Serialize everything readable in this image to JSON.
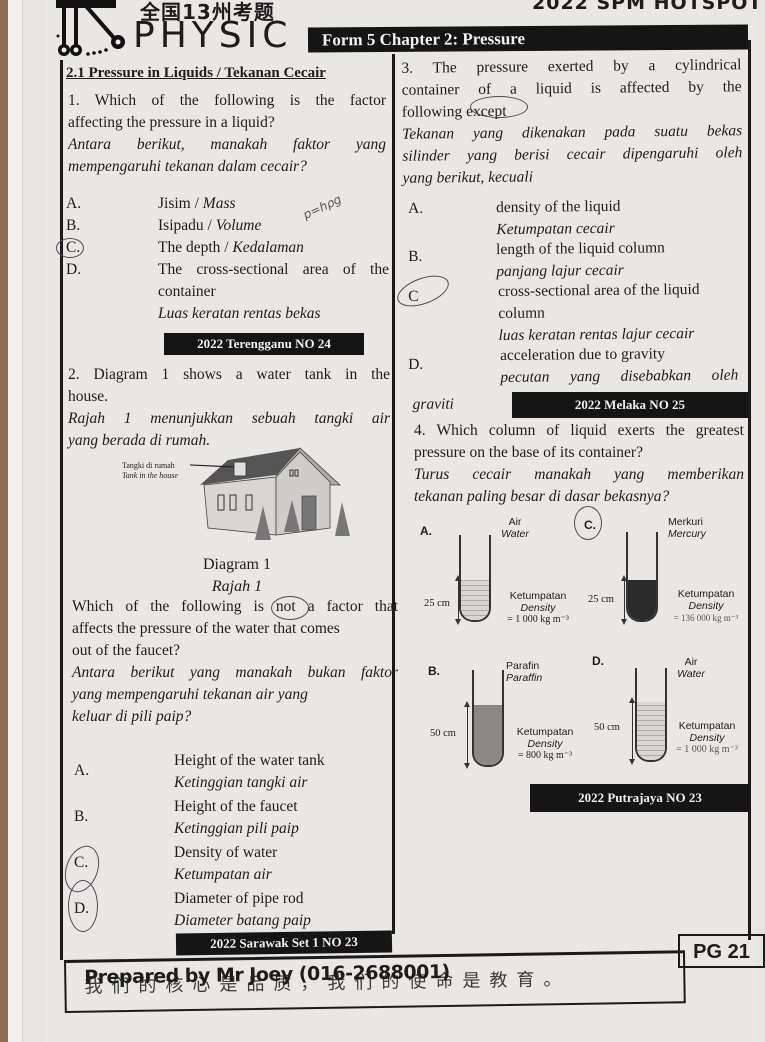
{
  "header": {
    "cn_title": "全国13州考题",
    "brand": "PHYSIC",
    "series": "2022 SPM HOTSPOT",
    "chapter": "Form 5 Chapter 2: Pressure",
    "logo_icon": "newtons-cradle-logo-icon"
  },
  "section": {
    "title": "2.1 Pressure in Liquids / Tekanan Cecair"
  },
  "q1": {
    "number": "1.",
    "stem_en_line1": "Which of the following is the factor",
    "stem_en_line2": "affecting the pressure in a liquid?",
    "stem_ms_line1": "Antara berikut, manakah faktor yang",
    "stem_ms_line2": "mempengaruhi tekanan dalam cecair?",
    "handwritten_note": "p=hρg",
    "options": [
      {
        "letter": "A.",
        "text": "Jisim / ",
        "text_it": "Mass"
      },
      {
        "letter": "B.",
        "text": "Isipadu / ",
        "text_it": "Volume"
      },
      {
        "letter": "C.",
        "text": "The depth / ",
        "text_it": "Kedalaman",
        "circled": true
      },
      {
        "letter": "D.",
        "text": "The cross-sectional area of the",
        "text2": "container",
        "text_it": "Luas keratan rentas bekas"
      }
    ],
    "source": "2022 Terengganu NO 24"
  },
  "q2": {
    "number": "2.",
    "stem_en_line1": "Diagram 1 shows a water tank in the",
    "stem_en_line2": "house.",
    "stem_ms_line1": "Rajah 1 menunjukkan sebuah tangki air",
    "stem_ms_line2": "yang berada di rumah.",
    "diagram": {
      "label_ms": "Tangki di rumah",
      "label_en": "Tank in the house",
      "caption_en": "Diagram 1",
      "caption_ms": "Rajah 1"
    },
    "question_en_line1": "Which of the following is not a factor that",
    "question_en_line2": "affects the pressure of the water that comes",
    "question_en_line3": "out of the faucet?",
    "question_ms_line1": "Antara berikut yang manakah bukan faktor",
    "question_ms_line2": "yang mempengaruhi tekanan air yang",
    "question_ms_line3": "keluar di pili paip?",
    "options": [
      {
        "letter": "A.",
        "en": "Height of the water tank",
        "ms": "Ketinggian tangki air"
      },
      {
        "letter": "B.",
        "en": "Height of the faucet",
        "ms": "Ketinggian pili paip"
      },
      {
        "letter": "C.",
        "en": "Density of water",
        "ms": "Ketumpatan air"
      },
      {
        "letter": "D.",
        "en": "Diameter of pipe rod",
        "ms": "Diameter batang paip",
        "circled": true
      }
    ],
    "source": "2022 Sarawak Set 1 NO 23"
  },
  "q3": {
    "number": "3.",
    "stem_en_line1": "The pressure exerted by a cylindrical",
    "stem_en_line2": "container of a liquid is affected by the",
    "stem_en_line3": "following except",
    "stem_ms_line1": "Tekanan yang dikenakan pada suatu bekas",
    "stem_ms_line2": "silinder yang berisi cecair dipengaruhi oleh",
    "stem_ms_line3": "yang berikut, kecuali",
    "options": [
      {
        "letter": "A.",
        "en": "density of the liquid",
        "ms": "Ketumpatan cecair"
      },
      {
        "letter": "B.",
        "en": "length of the liquid column",
        "ms": "panjang lajur cecair"
      },
      {
        "letter": "C",
        "en": "cross-sectional area of the liquid",
        "en2": "column",
        "ms": "luas keratan rentas lajur cecair",
        "circled": true
      },
      {
        "letter": "D.",
        "en": "acceleration due to gravity",
        "ms": "pecutan yang disebabkan oleh",
        "ms2": "graviti"
      }
    ],
    "source": "2022 Melaka NO 25"
  },
  "q4": {
    "number": "4.",
    "stem_en_line1": "Which column of liquid exerts the greatest",
    "stem_en_line2": "pressure on the base of its container?",
    "stem_ms_line1": "Turus cecair manakah yang memberikan",
    "stem_ms_line2": "tekanan paling besar di dasar bekasnya?",
    "density_label_ms": "Ketumpatan",
    "density_label_en": "Density",
    "options": [
      {
        "letter": "A.",
        "liquid_ms": "Air",
        "liquid_en": "Water",
        "height": "25 cm",
        "density": "= 1 000 kg m⁻³"
      },
      {
        "letter": "B.",
        "liquid_ms": "Parafin",
        "liquid_en": "Paraffin",
        "height": "50 cm",
        "density": "= 800 kg m⁻³"
      },
      {
        "letter": "C.",
        "liquid_ms": "Merkuri",
        "liquid_en": "Mercury",
        "height": "25 cm",
        "density": "= 136 000 kg m⁻³",
        "circled": true
      },
      {
        "letter": "D.",
        "liquid_ms": "Air",
        "liquid_en": "Water",
        "height": "50 cm",
        "density": "= 1 000 kg m⁻³"
      }
    ],
    "source": "2022 Putrajaya NO 23"
  },
  "footer": {
    "overlay_en": "Prepared by Mr Joey (016-2688001)",
    "overlay_cn": "我们的核心是品质，我们的使命是教育。",
    "page": "PG 21"
  },
  "colors": {
    "ink": "#1c1c1c",
    "paper": "#e9e7e4",
    "bar": "#151515",
    "pen": "#4a4a5a"
  }
}
